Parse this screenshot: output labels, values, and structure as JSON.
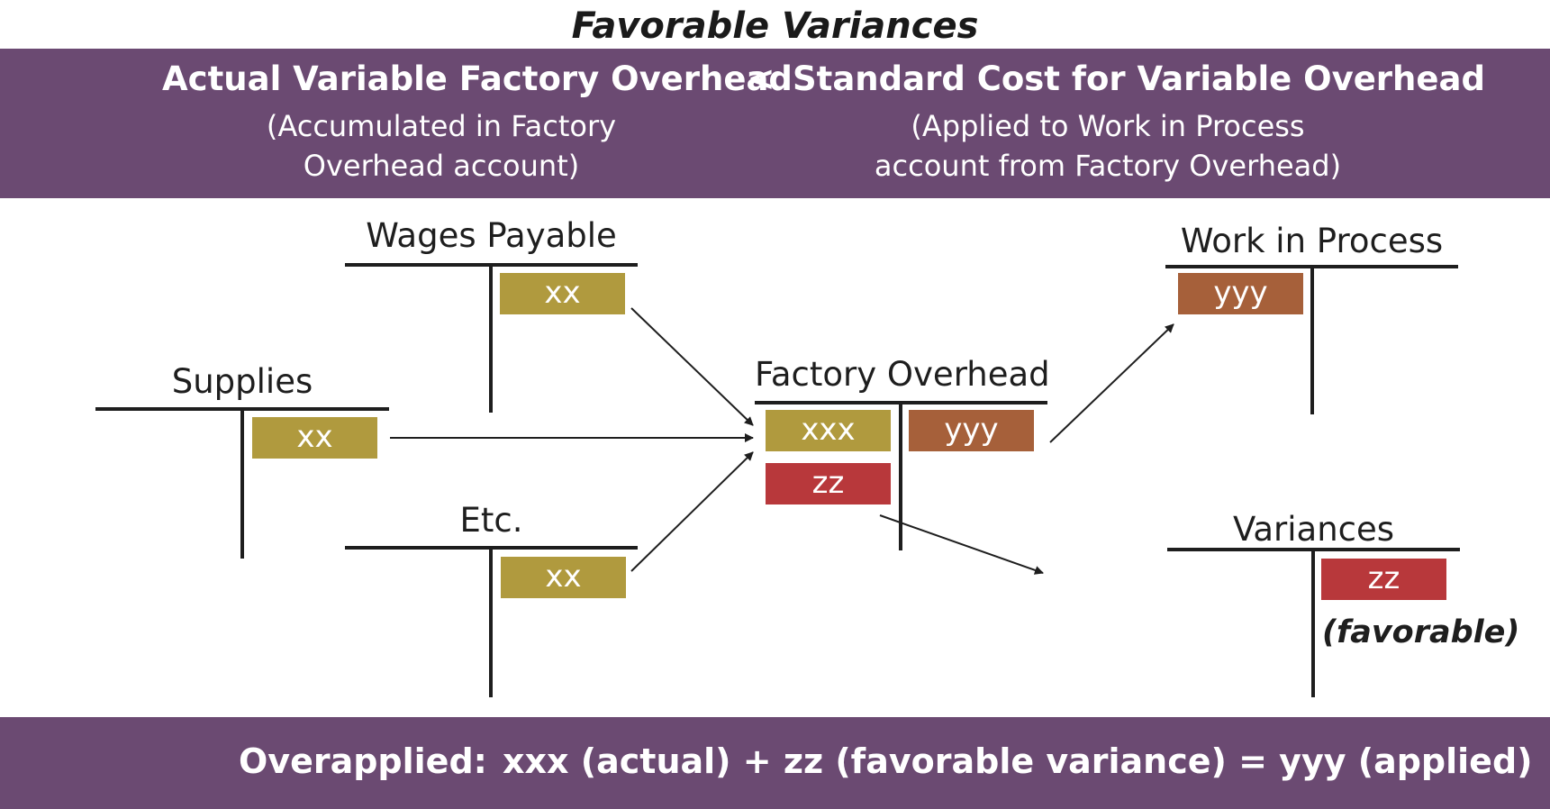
{
  "title": "Favorable Variances",
  "header": {
    "left_bold": "Actual Variable Factory Overhead",
    "operator": "<",
    "right_bold": "Standard Cost for Variable Overhead",
    "left_sub_1": "(Accumulated in Factory",
    "left_sub_2": "Overhead account)",
    "right_sub_1": "(Applied to Work in Process",
    "right_sub_2": "account from Factory Overhead)"
  },
  "accounts": {
    "wages_payable": {
      "name": "Wages Payable",
      "debit": "xx"
    },
    "supplies": {
      "name": "Supplies",
      "debit": "xx"
    },
    "etc": {
      "name": "Etc.",
      "debit": "xx"
    },
    "factory_overhead": {
      "name": "Factory Overhead",
      "debit": "xxx",
      "debit_2": "zz",
      "credit": "yyy"
    },
    "work_in_process": {
      "name": "Work in Process",
      "debit": "yyy"
    },
    "variances": {
      "name": "Variances",
      "credit": "zz",
      "note": "(favorable)"
    }
  },
  "footer": {
    "label": "Overapplied:",
    "equation": "xxx (actual) + zz (favorable variance) = yyy (applied)"
  },
  "colors": {
    "band": "#6b4a72",
    "actual_box": "#b09a3e",
    "applied_box": "#a6603a",
    "variance_box": "#b8383b"
  }
}
